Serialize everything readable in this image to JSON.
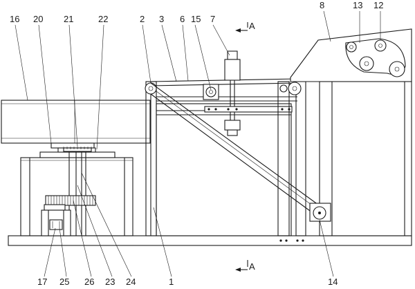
{
  "labels": {
    "l1": "1",
    "l2": "2",
    "l3": "3",
    "l6": "6",
    "l7": "7",
    "l8": "8",
    "l12": "12",
    "l13": "13",
    "l14": "14",
    "l15": "15",
    "l16": "16",
    "l17": "17",
    "l20": "20",
    "l21": "21",
    "l22": "22",
    "l23": "23",
    "l24": "24",
    "l25": "25",
    "l26": "26"
  },
  "section": {
    "top": "A",
    "bottom": "A"
  }
}
